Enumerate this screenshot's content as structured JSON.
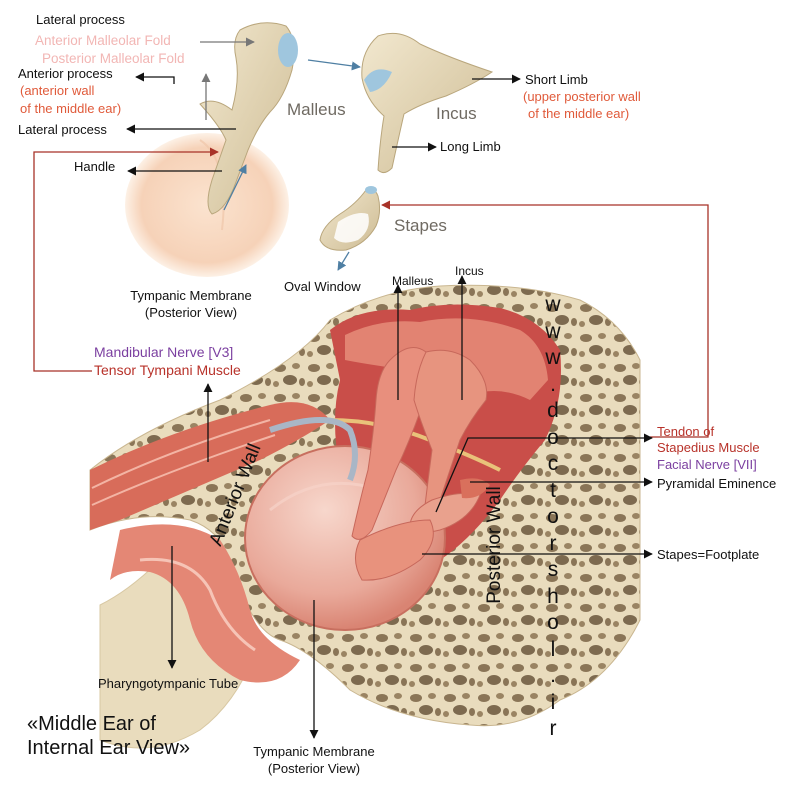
{
  "diagram": {
    "title_line1": "«Middle Ear of",
    "title_line2": "Internal Ear View»",
    "bone_names": {
      "malleus": "Malleus",
      "incus": "Incus",
      "stapes": "Stapes"
    },
    "labels": {
      "lateral_process_top": "Lateral process",
      "anterior_malleolar_fold": "Anterior Malleolar Fold",
      "posterior_malleolar_fold": "Posterior Malleolar Fold",
      "anterior_process": "Anterior process",
      "anterior_wall_note_1": "(anterior wall",
      "anterior_wall_note_2": "of the middle ear)",
      "lateral_process": "Lateral process",
      "handle": "Handle",
      "short_limb": "Short Limb",
      "short_limb_note_1": "(upper posterior wall",
      "short_limb_note_2": "of the middle ear)",
      "long_limb": "Long Limb",
      "oval_window": "Oval Window",
      "tympanic_membrane_top_1": "Tympanic Membrane",
      "tympanic_membrane_top_2": "(Posterior View)",
      "malleus_small": "Malleus",
      "incus_small": "Incus",
      "mandibular_nerve": "Mandibular Nerve [V3]",
      "tensor_tympani": "Tensor Tympani Muscle",
      "tendon_1": "Tendon of",
      "tendon_2": "Stapedius Muscle",
      "facial_nerve": "Facial Nerve [VII]",
      "pyramidal_eminence": "Pyramidal Eminence",
      "stapes_footplate": "Stapes=Footplate",
      "anterior_wall": "Anterior Wall",
      "posterior_wall": "Posterior Wall",
      "pharyngotympanic_tube": "Pharyngotympanic Tube",
      "tympanic_membrane_bottom_1": "Tympanic Membrane",
      "tympanic_membrane_bottom_2": "(Posterior View)"
    },
    "watermark": [
      "w",
      "w",
      "w",
      ".",
      "d",
      "o",
      "c",
      "t",
      "o",
      "r",
      "s",
      "h",
      "o",
      "l",
      ".",
      "i",
      "r"
    ],
    "colors": {
      "pink_label": "#f2b6b4",
      "orange_label": "#e05a3a",
      "red_label": "#b8322a",
      "purple_label": "#7b3fa0",
      "bone": "#e9dcbd",
      "tissue": "#e58c7c",
      "cavity": "#c84a4a",
      "leader_red": "#a83228",
      "leader_blue": "#4f7fa3"
    },
    "icons": [
      "arrow-icon",
      "bone-illustration"
    ]
  }
}
